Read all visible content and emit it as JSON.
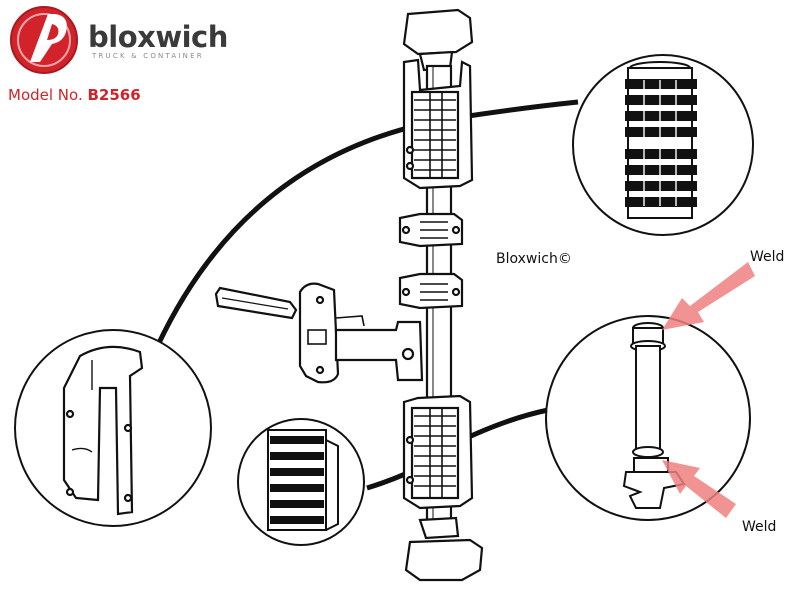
{
  "brand": {
    "name": "bloxwich",
    "tagline": "TRUCK & CONTAINER",
    "logo_color": "#d2232a"
  },
  "model": {
    "label": "Model No.",
    "number": "B2566"
  },
  "copyright": "Bloxwich©",
  "callouts": {
    "weld_top": "Weld",
    "weld_bottom": "Weld"
  },
  "colors": {
    "outline": "#111111",
    "accent_red": "#d2232a",
    "weld_arrow": "#f08080"
  }
}
